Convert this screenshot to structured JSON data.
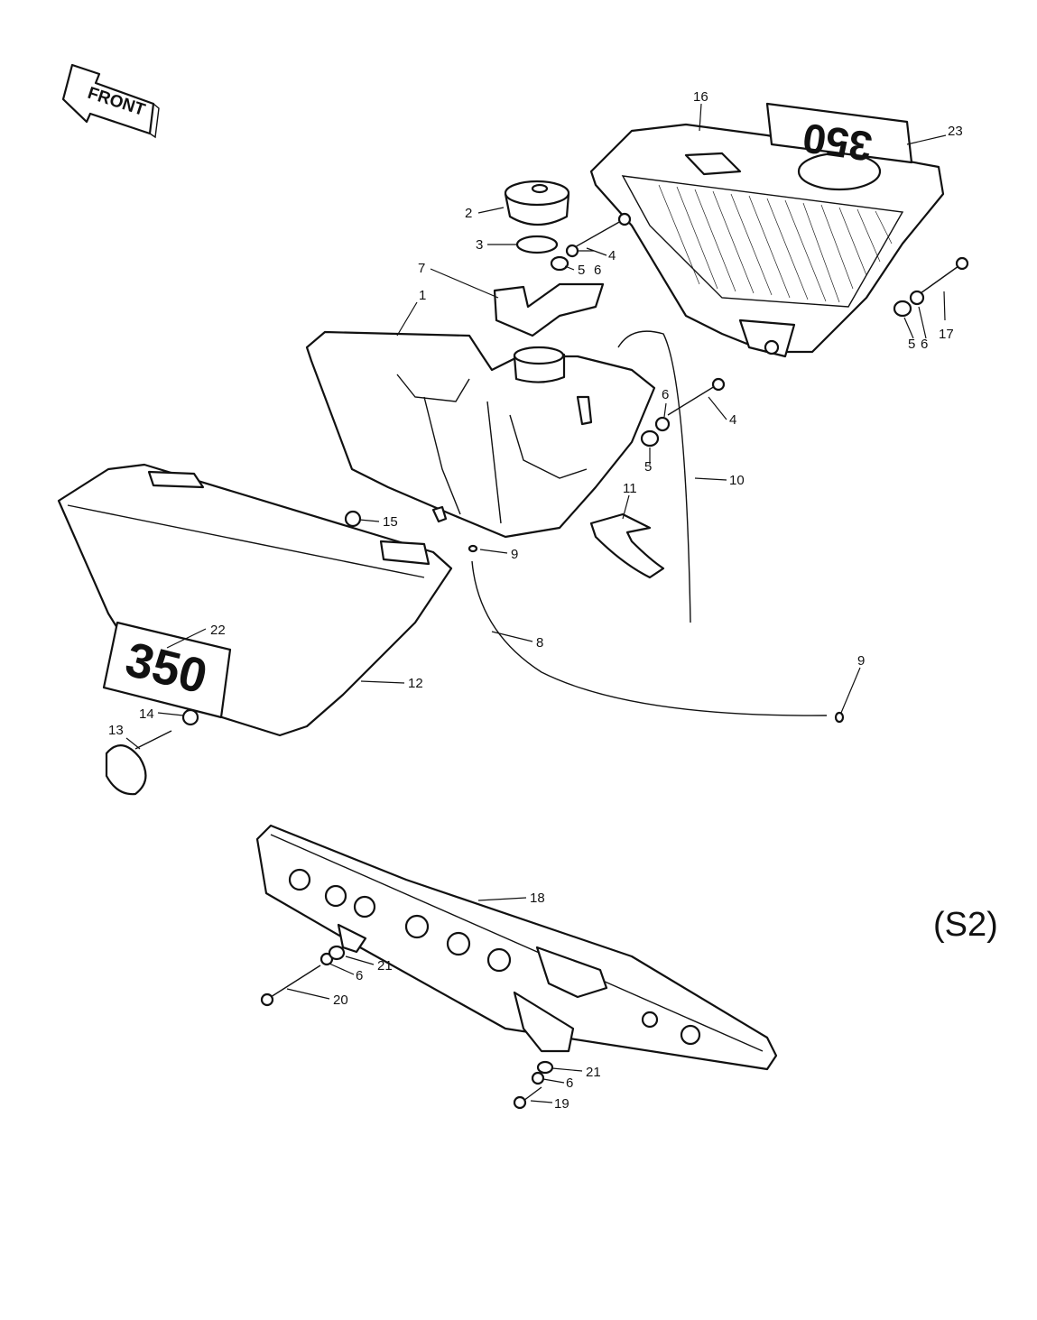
{
  "front_arrow": {
    "label": "FRONT"
  },
  "section_label": "(S2)",
  "callouts": [
    {
      "id": "c1",
      "text": "1"
    },
    {
      "id": "c2",
      "text": "2"
    },
    {
      "id": "c3",
      "text": "3"
    },
    {
      "id": "c4a",
      "text": "4"
    },
    {
      "id": "c4b",
      "text": "4"
    },
    {
      "id": "c5a",
      "text": "5"
    },
    {
      "id": "c5b",
      "text": "5"
    },
    {
      "id": "c5c",
      "text": "5"
    },
    {
      "id": "c6a",
      "text": "6"
    },
    {
      "id": "c6b",
      "text": "6"
    },
    {
      "id": "c6c",
      "text": "6"
    },
    {
      "id": "c6d",
      "text": "6"
    },
    {
      "id": "c6e",
      "text": "6"
    },
    {
      "id": "c7",
      "text": "7"
    },
    {
      "id": "c8",
      "text": "8"
    },
    {
      "id": "c9a",
      "text": "9"
    },
    {
      "id": "c9b",
      "text": "9"
    },
    {
      "id": "c10",
      "text": "10"
    },
    {
      "id": "c11",
      "text": "11"
    },
    {
      "id": "c12",
      "text": "12"
    },
    {
      "id": "c13",
      "text": "13"
    },
    {
      "id": "c14",
      "text": "14"
    },
    {
      "id": "c15",
      "text": "15"
    },
    {
      "id": "c16",
      "text": "16"
    },
    {
      "id": "c17",
      "text": "17"
    },
    {
      "id": "c18",
      "text": "18"
    },
    {
      "id": "c19",
      "text": "19"
    },
    {
      "id": "c20",
      "text": "20"
    },
    {
      "id": "c21a",
      "text": "21"
    },
    {
      "id": "c21b",
      "text": "21"
    },
    {
      "id": "c22",
      "text": "22"
    },
    {
      "id": "c23",
      "text": "23"
    }
  ],
  "decals": {
    "left_cover_badge": "350",
    "right_cover_badge": "350"
  }
}
